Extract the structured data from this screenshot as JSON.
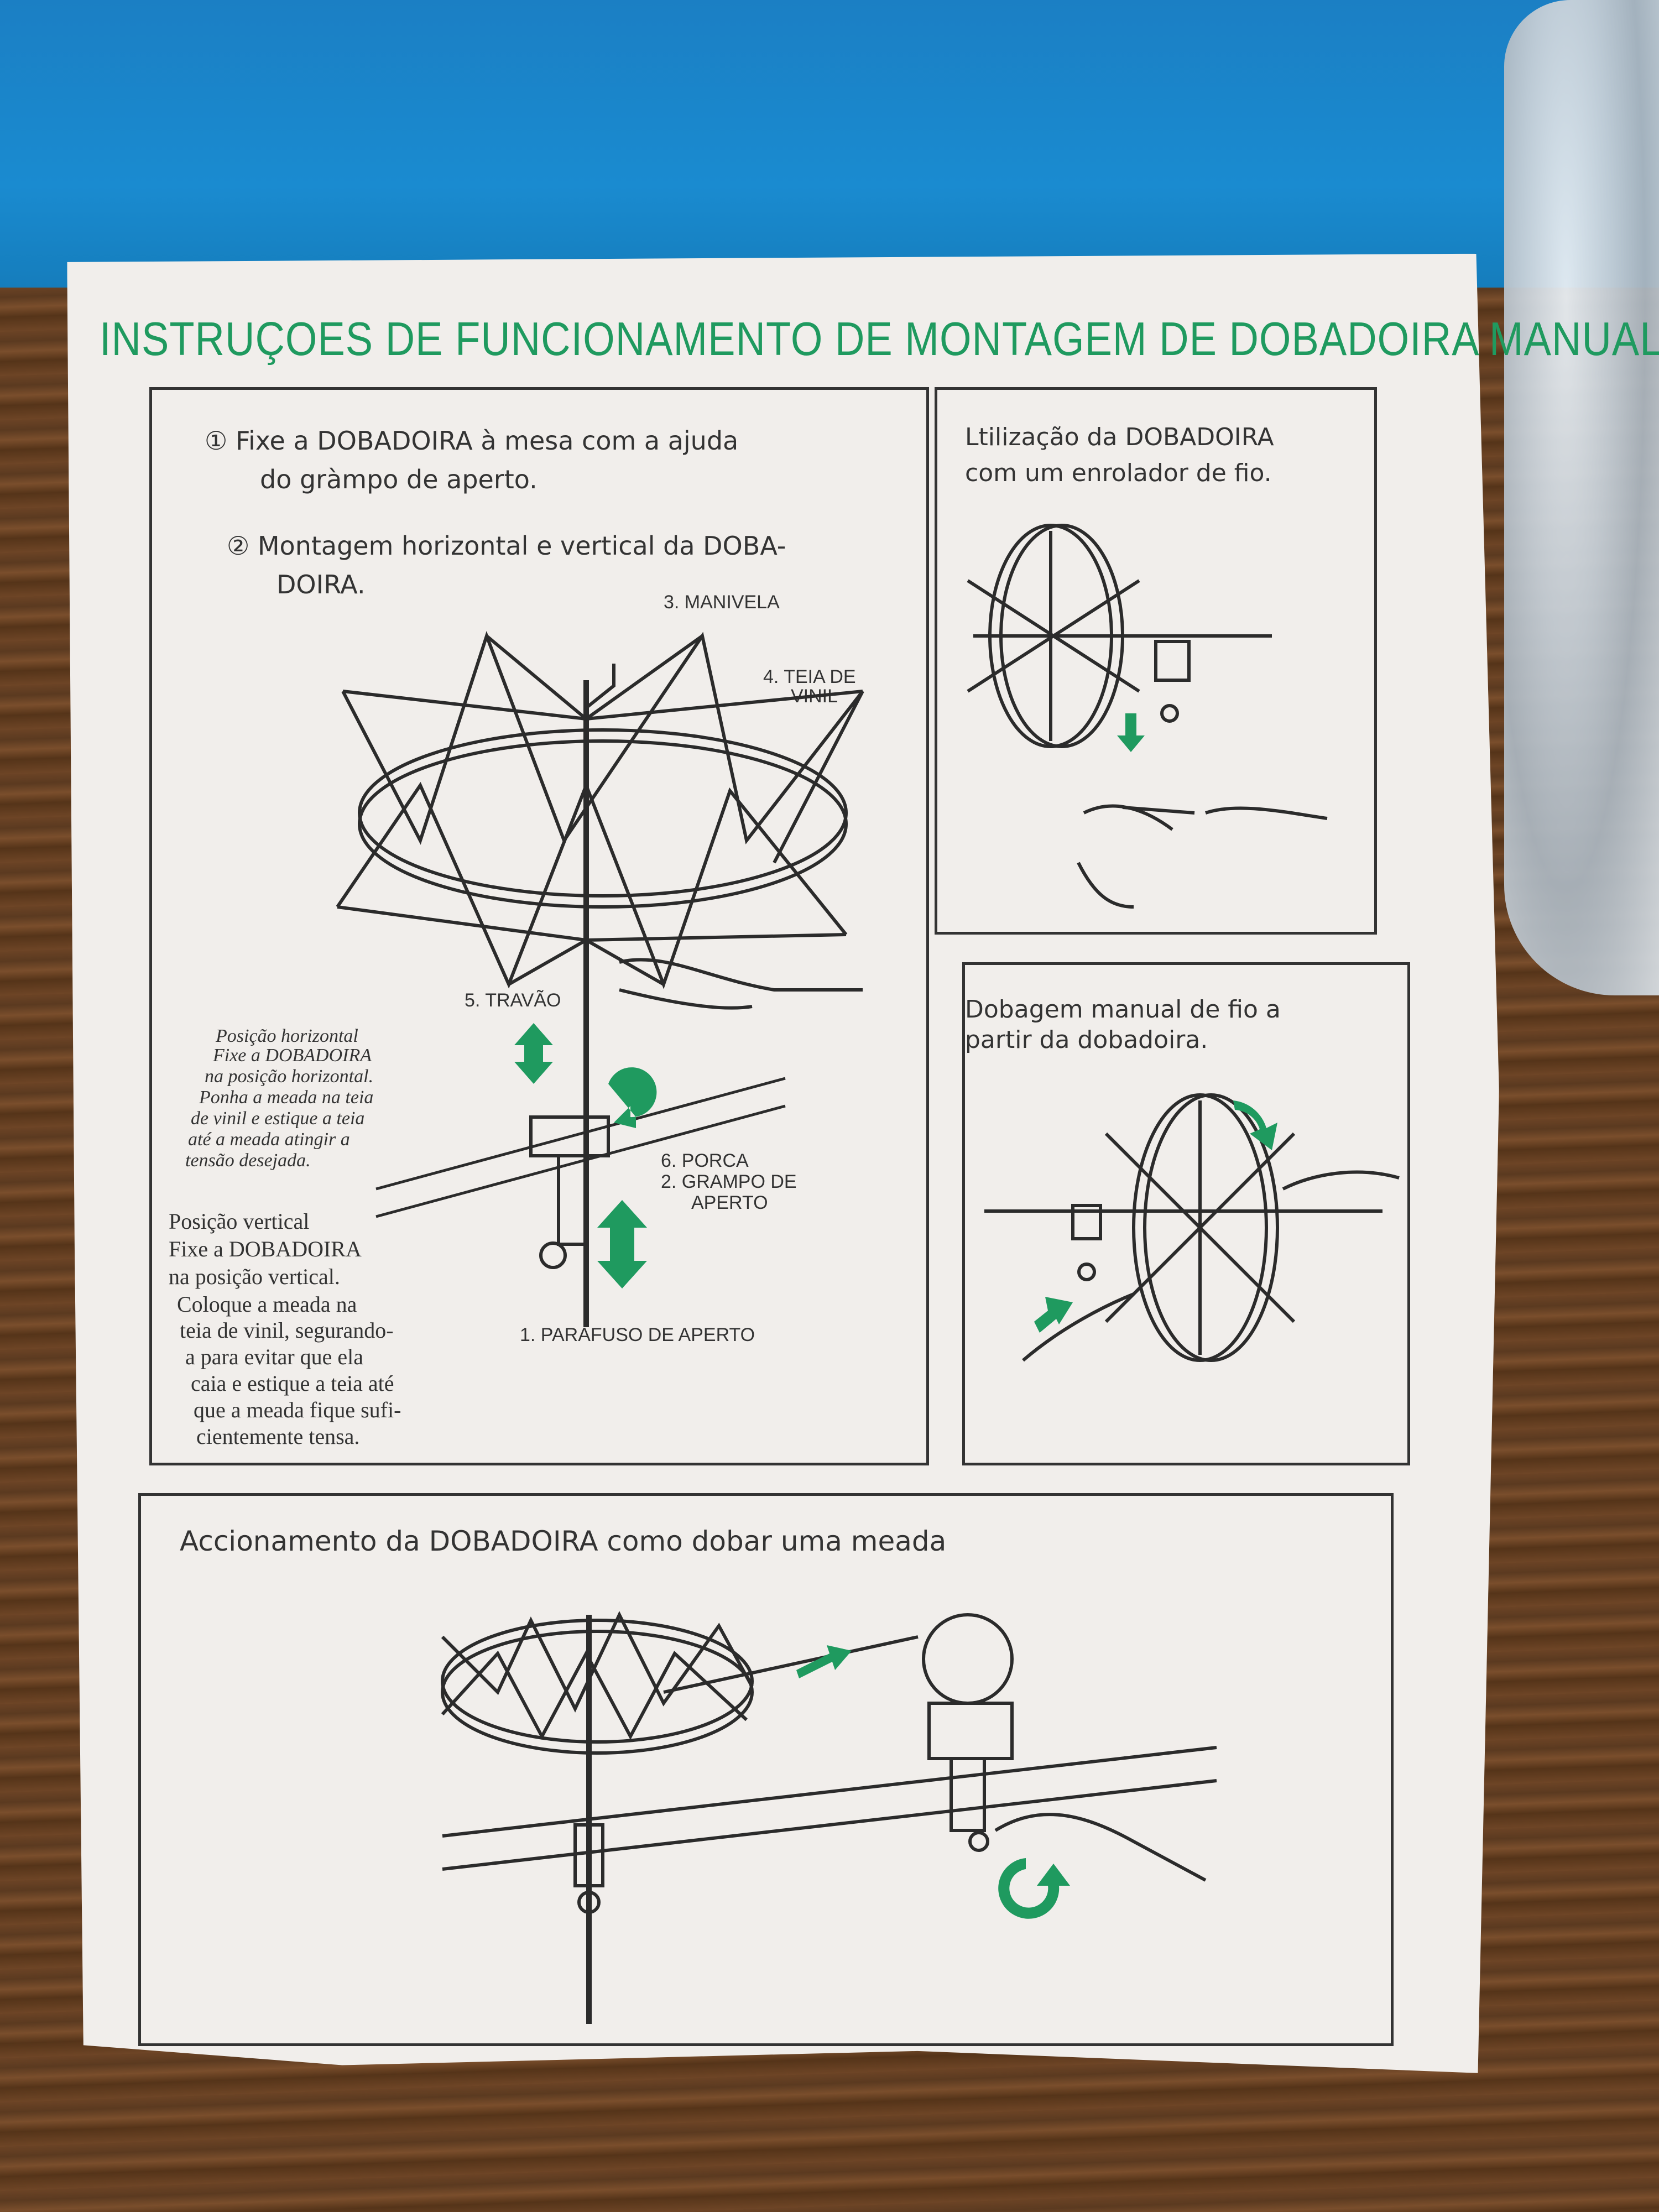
{
  "title": "INSTRUÇOES DE FUNCIONAMENTO DE MONTAGEM DE DOBADOIRA MANUAL",
  "panel_main": {
    "step1_line1": "① Fixe a DOBADOIRA à mesa com a ajuda",
    "step1_line2": "do gràmpo de aperto.",
    "step2_line1": "② Montagem horizontal e vertical da DOBA-",
    "step2_line2": "DOIRA.",
    "labels": {
      "manivela": "3. MANIVELA",
      "teia1": "4. TEIA DE",
      "teia2": "VINIL",
      "travao": "5. TRAVÃO",
      "porca": "6. PORCA",
      "grampo1": "2. GRAMPO DE",
      "grampo2": "APERTO",
      "parafuso": "1. PARAFUSO DE APERTO"
    },
    "horizontal": [
      "Posição horizontal",
      "Fixe a DOBADOIRA",
      "na posição horizontal.",
      "Ponha a meada na teia",
      "de vinil e estique a teia",
      "até a meada atingir a",
      "tensão desejada."
    ],
    "vertical": [
      "Posição vertical",
      "Fixe a DOBADOIRA",
      "na posição vertical.",
      "Coloque a meada na",
      "teia de vinil, segurando-",
      "a para evitar que ela",
      "caia e estique a teia até",
      "que a meada fique sufi-",
      "cientemente tensa."
    ]
  },
  "panel_top_right": {
    "line1": "Ltilização da DOBADOIRA",
    "line2": "com um enrolador de fio."
  },
  "panel_mid_right": {
    "line1": "Dobagem manual de fio a",
    "line2": "partir da dobadoira."
  },
  "panel_bottom": {
    "caption": "Accionamento da DOBADOIRA como dobar uma meada"
  },
  "colors": {
    "accent_green": "#1f9a5f",
    "ink": "#333333",
    "paper": "#f1eeeb"
  }
}
